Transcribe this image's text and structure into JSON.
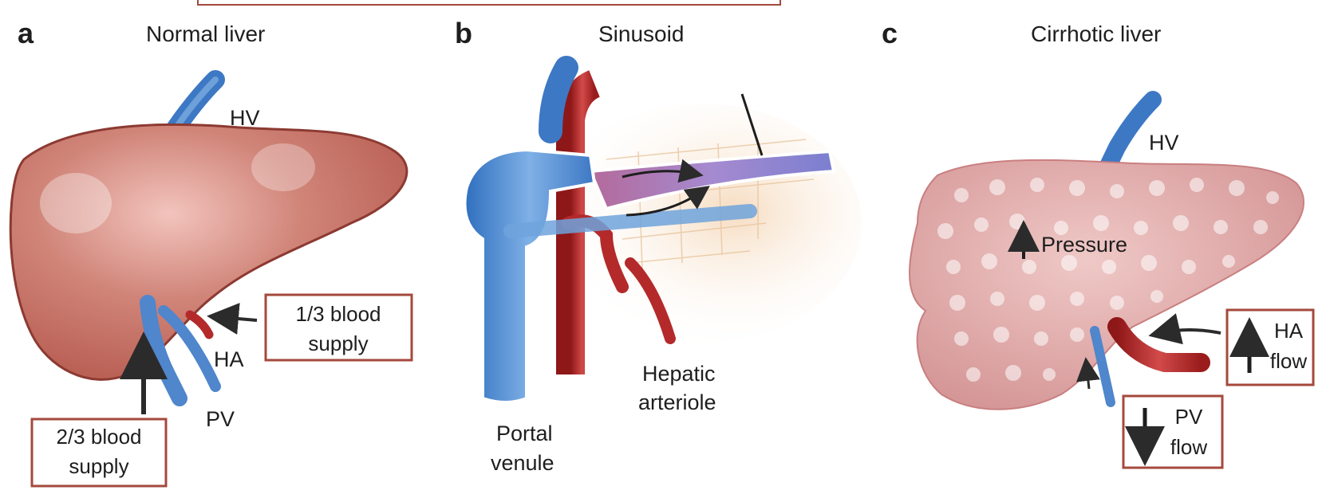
{
  "panels": {
    "a": {
      "letter": "a",
      "title": "Normal liver",
      "hv": "HV",
      "ha": "HA",
      "pv": "PV",
      "ha_supply_line1": "1/3 blood",
      "ha_supply_line2": "supply",
      "pv_supply_line1": "2/3 blood",
      "pv_supply_line2": "supply"
    },
    "b": {
      "letter": "b",
      "title": "Sinusoid",
      "hepatic_line1": "Hepatic",
      "hepatic_line2": "arteriole",
      "portal_line1": "Portal",
      "portal_line2": "venule"
    },
    "c": {
      "letter": "c",
      "title": "Cirrhotic liver",
      "hv": "HV",
      "pressure": "Pressure",
      "ha_flow_line1": "HA",
      "ha_flow_line2": "flow",
      "pv_flow_line1": "PV",
      "pv_flow_line2": "flow"
    }
  },
  "colors": {
    "liver": "#c9746a",
    "liver_outline": "#8c3a32",
    "cirrhotic": "#d9999a",
    "vein": "#4f86cc",
    "artery": "#b42a2a",
    "box_border": "#a4493d"
  }
}
